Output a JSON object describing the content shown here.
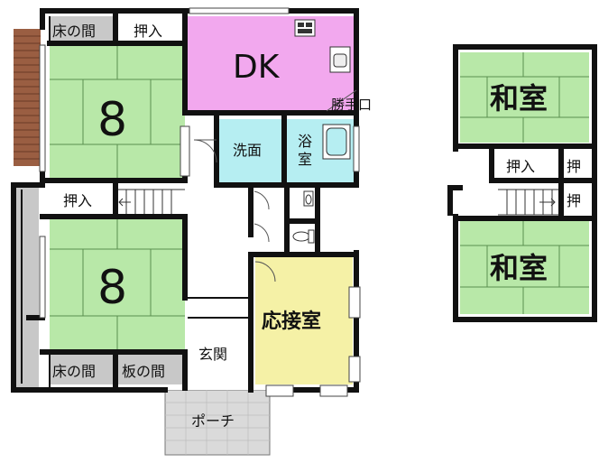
{
  "colors": {
    "tatami": "#b8e8a8",
    "dk": "#f2a8ee",
    "wet": "#b6eef2",
    "reception": "#f5f1a6",
    "gray": "#c8c8c8",
    "porch": "#dadada",
    "veranda": "#9a5e42",
    "wall": "#111111",
    "white": "#ffffff"
  },
  "labels": {
    "tokonoma_top": "床の間",
    "closet_top": "押入",
    "dk": "DK",
    "back_door": "勝手口",
    "eight_top": "8",
    "washroom": "洗面",
    "bathroom": "浴室",
    "closet_mid": "押入",
    "eight_bottom": "8",
    "reception": "応接室",
    "entrance": "玄関",
    "tokonoma_bottom": "床の間",
    "itanoma": "板の間",
    "porch": "ポーチ",
    "washitsu_top": "和室",
    "closet_upper1": "押入",
    "closet_upper2": "押",
    "closet_upper3": "押",
    "washitsu_bottom": "和室"
  }
}
